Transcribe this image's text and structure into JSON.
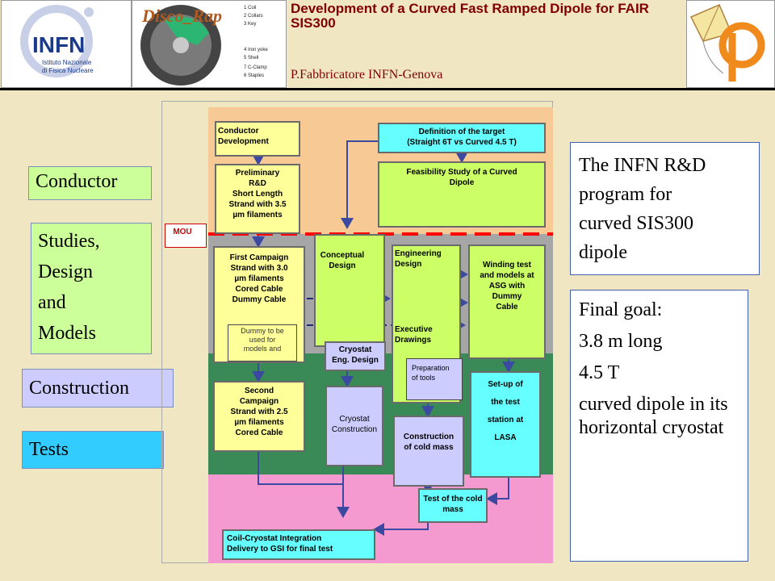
{
  "header": {
    "logo_infn": {
      "label": "INFN",
      "sub1": "Istituto Nazionale",
      "sub2": "di Fisica Nucleare"
    },
    "logo_disco": {
      "label": "Disco_Rap",
      "legend": [
        "1  Coil",
        "2  Collars",
        "3  Key",
        "4  Iron yoke",
        "5  Shell",
        "7  C-Clamp",
        "6  Staples"
      ]
    },
    "title": "Development of a Curved Fast Ramped Dipole for FAIR SIS300",
    "author": "P.Fabbricatore INFN-Genova"
  },
  "left_labels": {
    "conductor": "Conductor",
    "studies": [
      "Studies,",
      "Design",
      "and",
      "Models"
    ],
    "construction": "Construction",
    "tests": "Tests"
  },
  "right_boxes": {
    "program": [
      "The INFN R&D",
      "program  for",
      "curved SIS300",
      "dipole"
    ],
    "goal": [
      "Final goal:",
      "3.8 m long",
      "4.5 T",
      "curved dipole in its horizontal cryostat"
    ]
  },
  "diagram": {
    "mou": "MOU",
    "conductor_dev": [
      "Conductor",
      "Development"
    ],
    "target": [
      "Definition of the target",
      "(Straight 6T vs Curved 4.5 T)"
    ],
    "feasibility": [
      "Feasibility Study of a Curved",
      "Dipole"
    ],
    "preliminary": [
      "Preliminary",
      "R&D",
      "Short Length",
      "Strand with 3.5",
      "µm filaments"
    ],
    "first_campaign": [
      "First Campaign",
      "Strand with 3.0",
      "µm filaments",
      "Cored Cable",
      "Dummy Cable"
    ],
    "dummy": [
      "Dummy to be",
      "used for",
      "models and"
    ],
    "conceptual": [
      "Conceptual",
      "Design"
    ],
    "engineering": [
      "Engineering",
      "Design"
    ],
    "executive": [
      "Executive",
      "Drawings"
    ],
    "winding": [
      "Winding test",
      "and models at",
      "ASG with",
      "Dummy",
      "Cable"
    ],
    "cryo_eng": [
      "Cryostat",
      "Eng. Design"
    ],
    "preparation": [
      "Preparation",
      "of tools"
    ],
    "setup": [
      "Set-up of",
      "the test",
      "station at",
      "LASA"
    ],
    "second_campaign": [
      "Second",
      "Campaign",
      "Strand with 2.5",
      "µm filaments",
      "Cored Cable"
    ],
    "cryo_constr": [
      "Cryostat",
      "Construction"
    ],
    "cold_mass": [
      "Construction",
      "of cold mass"
    ],
    "test_cold": [
      "Test of the cold",
      "mass"
    ],
    "integration": [
      "Coil-Cryostat Integration",
      "Delivery to GSI for final test"
    ]
  },
  "colors": {
    "background": "#f1e6c2",
    "zone_conductor": "#f7c995",
    "zone_design": "#a6a6a6",
    "zone_construction": "#3a8a58",
    "zone_tests": "#f59ad0",
    "label_green": "#ccff99",
    "label_lavender": "#ccccff",
    "label_cyan": "#33ccff",
    "box_cyan": "#66ffff",
    "box_lightgreen": "#ccff66",
    "box_lavender": "#ccccff",
    "box_yellow": "#ffff99",
    "dashed_red": "#ff0000",
    "title_red": "#800000"
  }
}
